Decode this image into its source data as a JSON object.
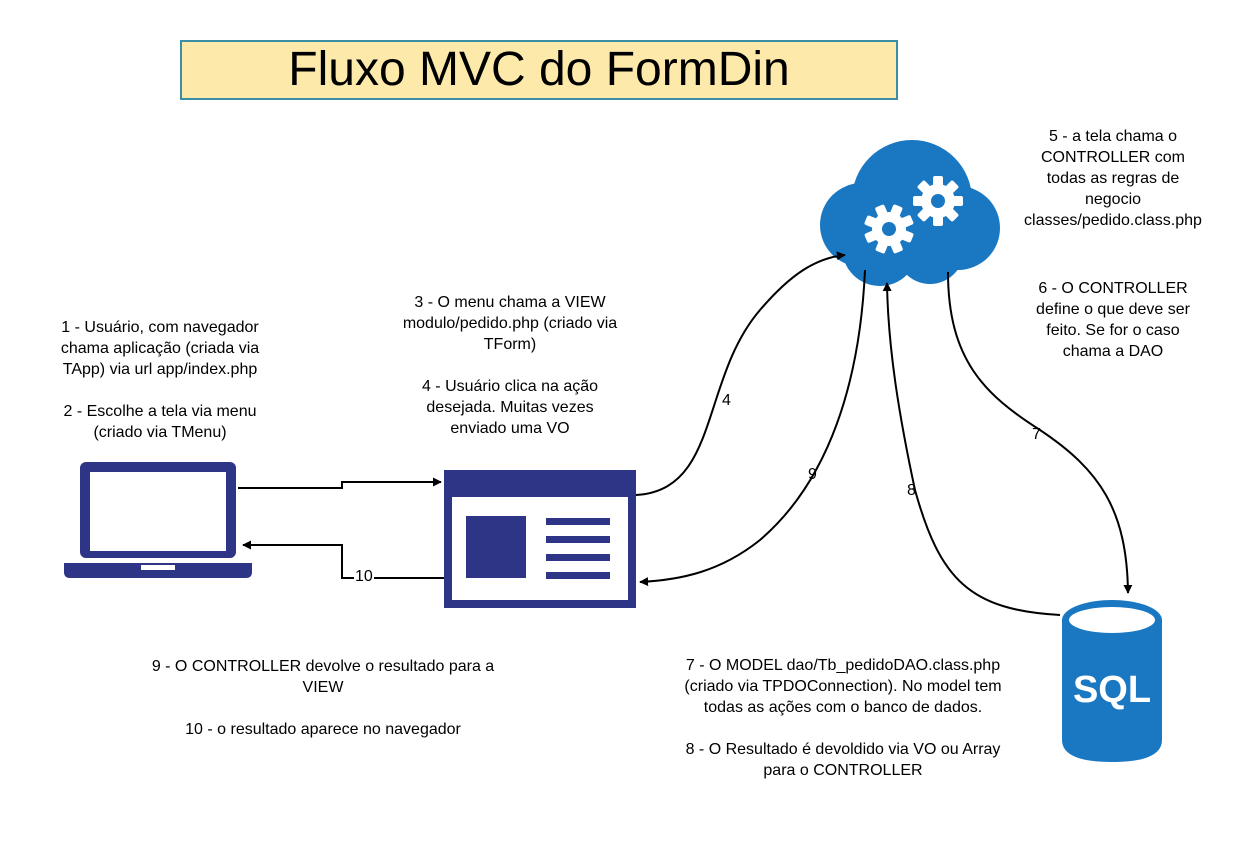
{
  "title": "Fluxo MVC do FormDin",
  "notes": {
    "step1_2": "1 - Usuário, com navegador\nchama aplicação (criada via\nTApp) via url app/index.php\n\n2 - Escolhe a tela via menu\n(criado via TMenu)",
    "step3_4": "3 - O menu chama a VIEW\nmodulo/pedido.php (criado via\nTForm)\n\n4 - Usuário clica na ação\ndesejada. Muitas vezes\nenviado uma VO",
    "step5": "5 - a tela chama o\nCONTROLLER com\ntodas as regras de\nnegocio\nclasses/pedido.class.php",
    "step6": "6 - O CONTROLLER\ndefine o que deve ser\nfeito. Se for o caso\nchama a DAO",
    "step7_8": "7 - O MODEL dao/Tb_pedidoDAO.class.php\n(criado via TPDOConnection). No model tem\ntodas as ações com o banco de dados.\n\n8 - O Resultado é devoldido via VO ou Array\npara o CONTROLLER",
    "step9_10": "9 - O CONTROLLER devolve o resultado para a\nVIEW\n\n10 - o resultado aparece no navegador"
  },
  "arrow_labels": {
    "a4": "4",
    "a7": "7",
    "a8": "8",
    "a9": "9",
    "a10": "10"
  },
  "icons": {
    "laptop": "laptop-icon",
    "view": "form-window-icon",
    "controller": "cloud-gears-icon",
    "database": "sql-database-icon",
    "db_text": "SQL"
  },
  "colors": {
    "title_bg": "#fde9a9",
    "title_border": "#3b8ea5",
    "navy": "#2e3586",
    "cloud_blue": "#1a78c2",
    "arrow": "#000000"
  }
}
